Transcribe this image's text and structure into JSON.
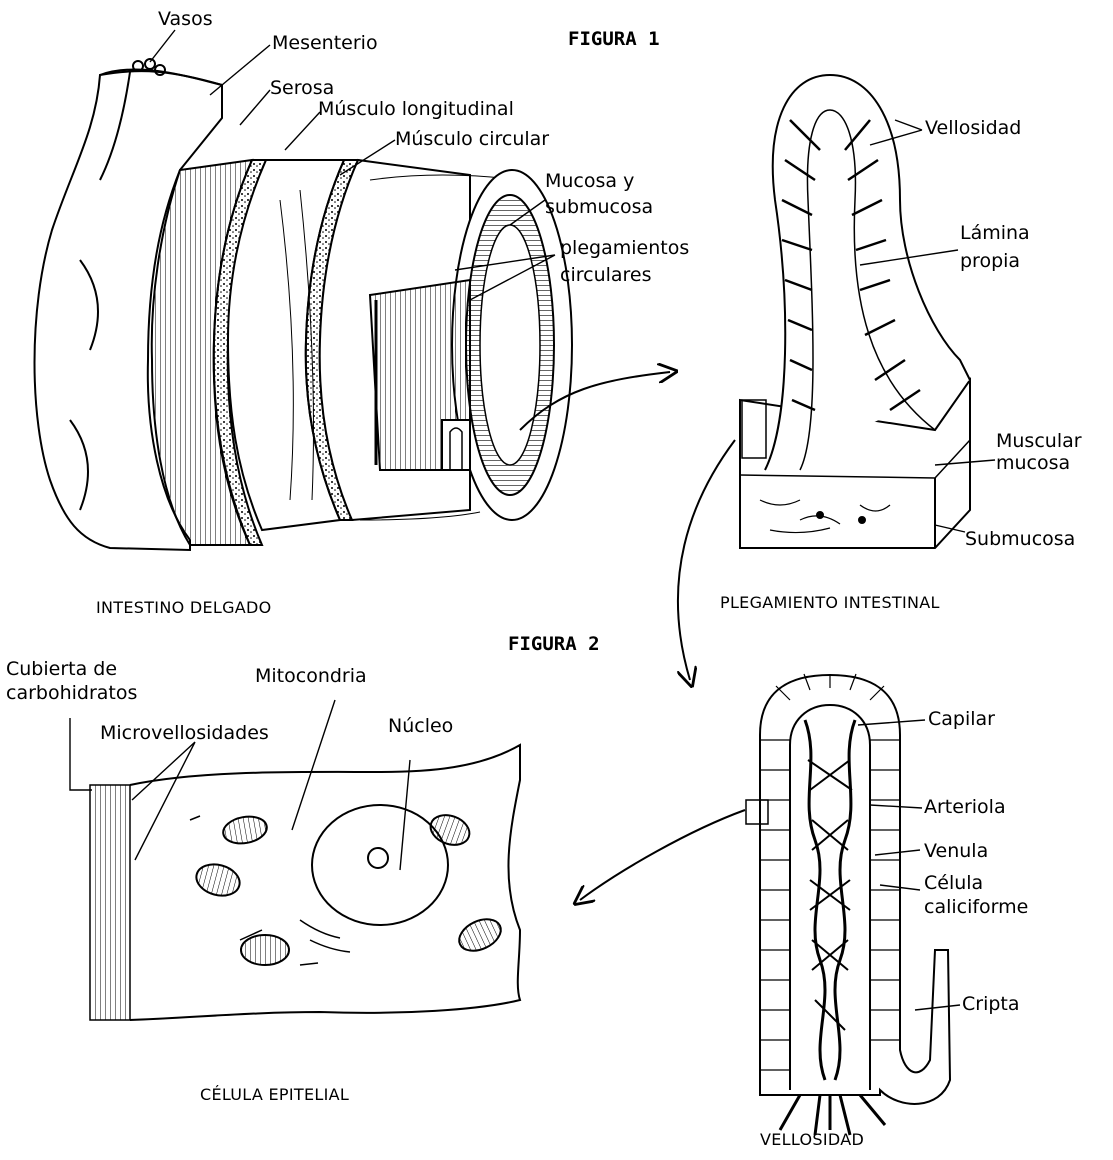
{
  "figures": {
    "figura1": "FIGURA 1",
    "figura2": "FIGURA 2"
  },
  "captions": {
    "intestino_delgado": "INTESTINO DELGADO",
    "plegamiento_intestinal": "PLEGAMIENTO INTESTINAL",
    "celula_epitelial": "CÉLULA EPITELIAL",
    "vellosidad": "VELLOSIDAD"
  },
  "intestino_labels": {
    "vasos": "Vasos",
    "mesenterio": "Mesenterio",
    "serosa": "Serosa",
    "musculo_longitudinal": "Músculo longitudinal",
    "musculo_circular": "Músculo circular",
    "mucosa_1": "Mucosa y",
    "mucosa_2": "submucosa",
    "plegamientos_1": "plegamientos",
    "plegamientos_2": "circulares"
  },
  "plegamiento_labels": {
    "vellosidad": "Vellosidad",
    "lamina_1": "Lámina",
    "lamina_2": "propia",
    "muscular_1": "Muscular",
    "muscular_2": "mucosa",
    "submucosa": "Submucosa"
  },
  "celula_labels": {
    "cubierta_1": "Cubierta de",
    "cubierta_2": "carbohidratos",
    "mitocondria": "Mitocondria",
    "microvellosidades": "Microvellosidades",
    "nucleo": "Núcleo"
  },
  "vellosidad_labels": {
    "capilar": "Capilar",
    "arteriola": "Arteriola",
    "venula": "Venula",
    "celula_1": "Célula",
    "celula_2": "caliciforme",
    "cripta": "Cripta"
  },
  "colors": {
    "ink": "#000000",
    "paper": "#ffffff"
  }
}
